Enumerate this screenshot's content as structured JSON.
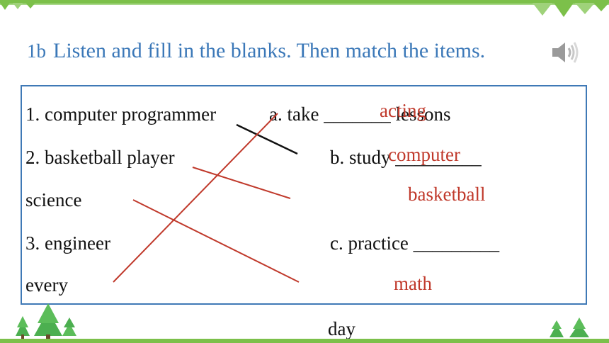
{
  "slide": {
    "section_number": "1b",
    "instruction": "Listen and fill in the blanks. Then match the items.",
    "speaker_icon": "speaker-icon",
    "colors": {
      "title": "#3b78b8",
      "box_border": "#3f79b6",
      "answer": "#c0392b",
      "match_line": "#c0392b",
      "line_black": "#111111",
      "accent_green": "#7cc04a"
    }
  },
  "left_items": {
    "item1": "1. computer programmer",
    "item2": "2. basketball player",
    "item2_wrap": "science",
    "item3": "3. engineer",
    "item3_wrap": "every"
  },
  "right_items": {
    "a": "a. take _______ lessons",
    "b": "b. study _________",
    "c": "c. practice _________",
    "c_wrap": "day"
  },
  "answers": {
    "a": "acting",
    "b1": "computer",
    "b2": "basketball",
    "c": "math"
  }
}
